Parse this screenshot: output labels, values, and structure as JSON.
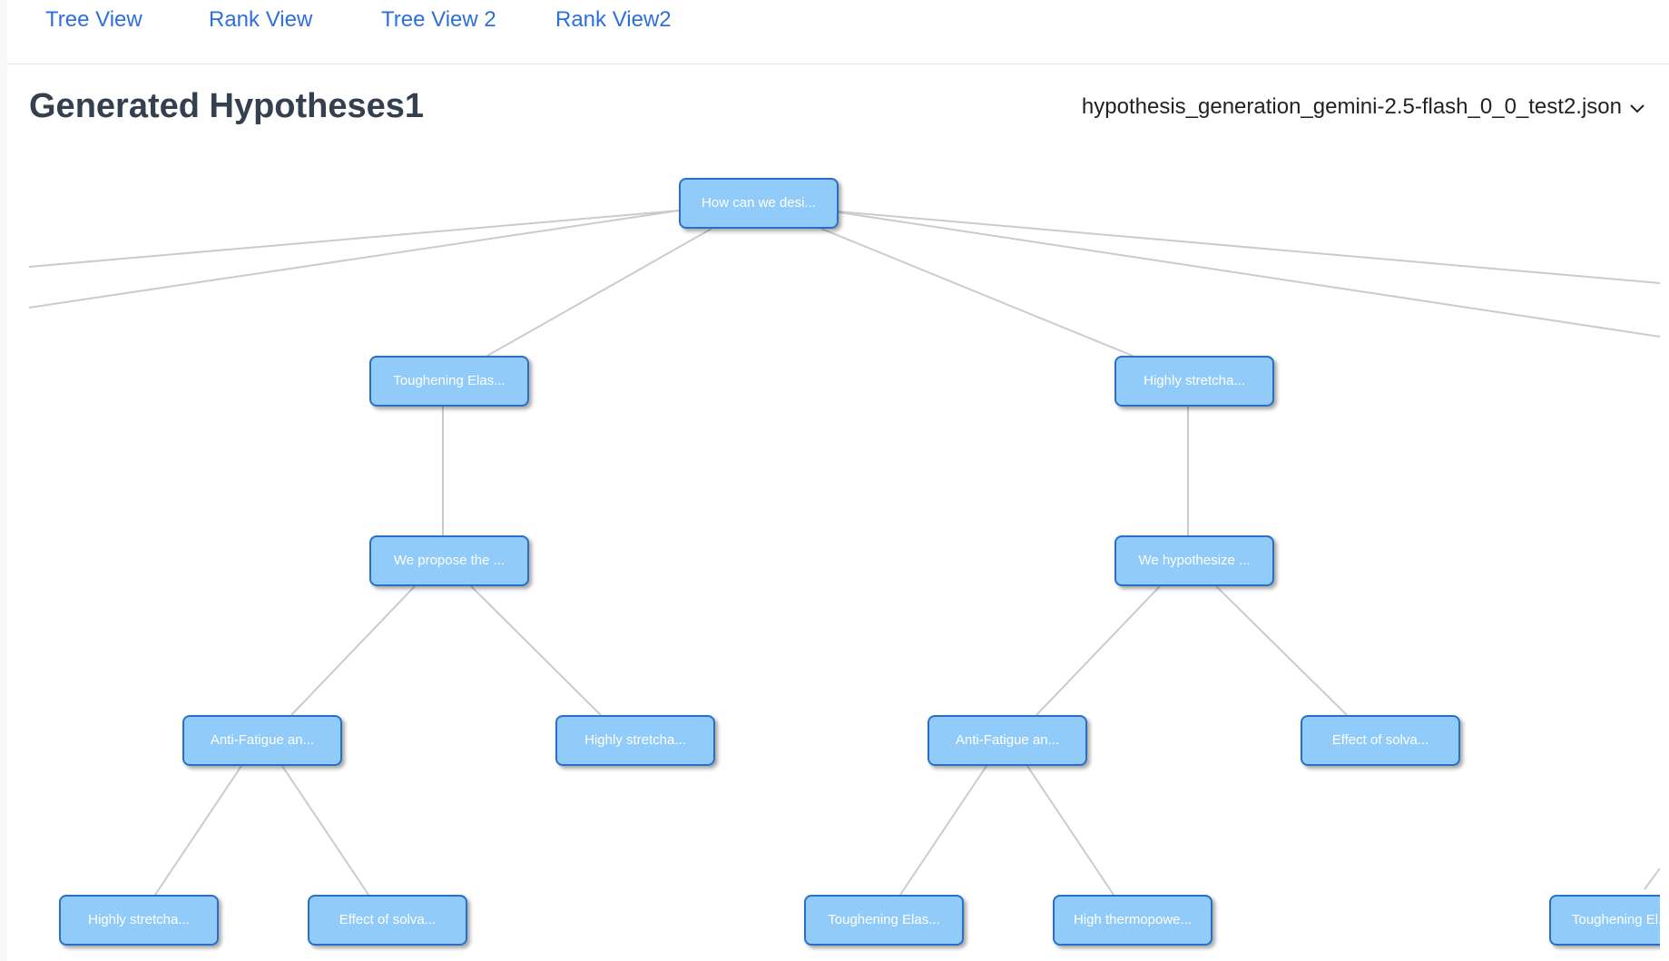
{
  "nav": {
    "tree_view": "Tree View",
    "rank_view": "Rank View",
    "tree_view_2": "Tree View 2",
    "rank_view_2": "Rank View2"
  },
  "header": {
    "title": "Generated Hypotheses1",
    "file_selected": "hypothesis_generation_gemini-2.5-flash_0_0_test2.json"
  },
  "colors": {
    "link": "#2f6fdd",
    "node_fill": "#90cbf9",
    "node_border": "#2a6fc4",
    "edge": "#c8cbd0"
  },
  "tree": {
    "root": "How can we desi...",
    "level1": [
      "Toughening Elas...",
      "Highly stretcha..."
    ],
    "level2": [
      "We propose the ...",
      "We hypothesize ..."
    ],
    "level3": [
      "Anti-Fatigue an...",
      "Highly stretcha...",
      "Anti-Fatigue an...",
      "Effect of solva..."
    ],
    "level4": [
      "Highly stretcha...",
      "Effect of solva...",
      "Toughening Elas...",
      "High thermopowe...",
      "Toughening El..."
    ]
  }
}
